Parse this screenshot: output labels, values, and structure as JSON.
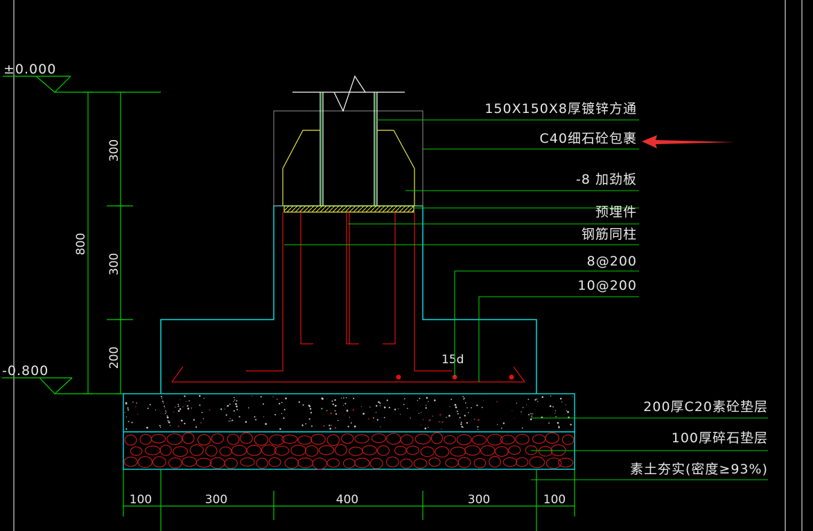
{
  "elevations": {
    "top": "±0.000",
    "bottom": "-0.800"
  },
  "dimensions": {
    "vertical_total": "800",
    "vertical_parts": [
      "300",
      "300",
      "200"
    ],
    "horizontal_parts": [
      "100",
      "300",
      "400",
      "300",
      "100"
    ],
    "anchor_length": "15d"
  },
  "callouts": {
    "steel_tube": "150X150X8厚镀锌方通",
    "concrete_wrap": "C40细石砼包裹",
    "stiffener": "-8 加劲板",
    "embedded_part": "预埋件",
    "rebar_column": "钢筋同柱",
    "stirrup": "8@200",
    "bottom_rebar": "10@200",
    "cushion_concrete": "200厚C20素砼垫层",
    "gravel_layer": "100厚碎石垫层",
    "compacted_soil": "素土夯实(密度≥93%)"
  },
  "colors": {
    "background": "#000000",
    "dimension": "#00d000",
    "concrete": "#00e0e0",
    "steel": "#e8e840",
    "rebar": "#e01010",
    "pointer": "#e83030",
    "text": "#e8e8e8"
  }
}
